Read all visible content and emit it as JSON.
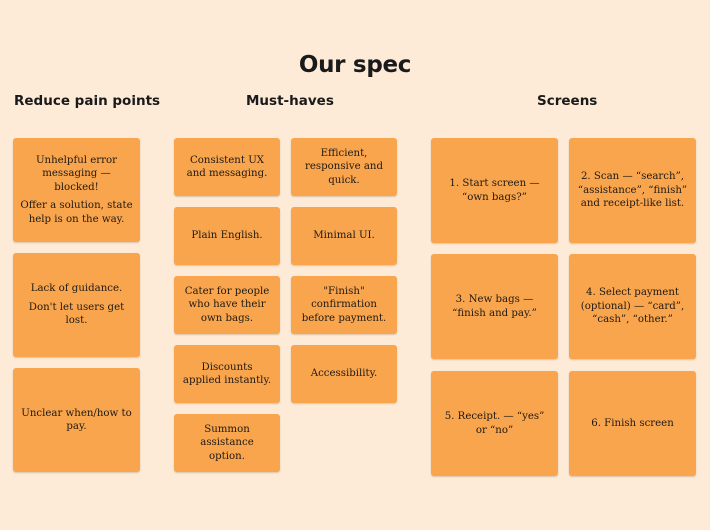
{
  "page": {
    "title": "Our spec",
    "note_color": "#f9a54d",
    "background_color": "#fdebd8"
  },
  "columns": {
    "pain_points": {
      "heading": "Reduce pain points",
      "notes": [
        {
          "line1": "Unhelpful error messaging — blocked!",
          "line2": "Offer a solution, state help is on the way."
        },
        {
          "line1": "Lack of guidance.",
          "line2": "Don't let users get lost."
        },
        {
          "line1": "Unclear when/how to pay."
        }
      ]
    },
    "must_haves": {
      "heading": "Must-haves",
      "notes": [
        "Consistent UX and messaging.",
        "Efficient, responsive and quick.",
        "Plain English.",
        "Minimal UI.",
        "Cater for people who have their own bags.",
        "\"Finish\" confirmation before payment.",
        "Discounts applied instantly.",
        "Accessibility.",
        "Summon assistance option."
      ]
    },
    "screens": {
      "heading": "Screens",
      "notes": [
        "1. Start screen — “own bags?”",
        "2. Scan — “search”, “assistance”, “finish” and receipt-like list.",
        "3. New bags — “finish and pay.”",
        "4. Select payment (optional) — “card”, “cash”, “other.”",
        "5. Receipt. — “yes” or “no”",
        "6. Finish screen"
      ]
    }
  }
}
